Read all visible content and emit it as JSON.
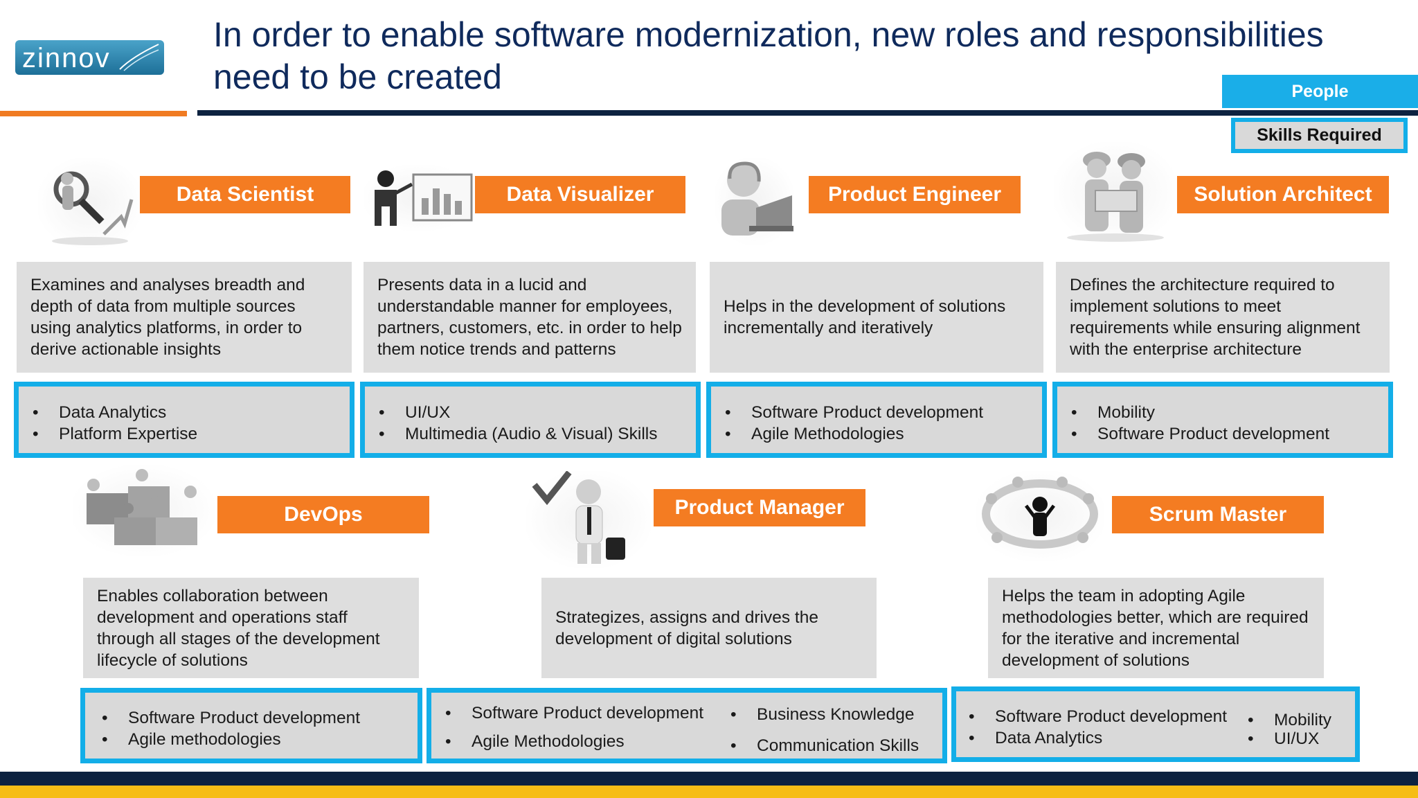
{
  "header": {
    "logo_text": "zinnov",
    "title": "In order to enable software modernization, new roles and responsibilities need to be created",
    "people_label": "People",
    "skills_label": "Skills Required"
  },
  "roles": [
    {
      "name": "Data Scientist",
      "icon": "data-scientist-icon",
      "desc": "Examines and analyses breadth and depth of data from multiple sources using analytics platforms, in order to derive actionable insights",
      "skills": [
        "Data Analytics",
        "Platform Expertise"
      ]
    },
    {
      "name": "Data Visualizer",
      "icon": "data-visualizer-icon",
      "desc": "Presents data in a lucid and understandable manner for employees, partners, customers, etc. in order to help them notice trends and patterns",
      "skills": [
        "UI/UX",
        "Multimedia (Audio & Visual) Skills"
      ]
    },
    {
      "name": "Product Engineer",
      "icon": "product-engineer-icon",
      "desc": "Helps in the development of solutions incrementally and iteratively",
      "skills": [
        "Software Product development",
        "Agile Methodologies"
      ]
    },
    {
      "name": "Solution Architect",
      "icon": "solution-architect-icon",
      "desc": "Defines the architecture required to implement solutions to meet requirements while ensuring alignment with the enterprise architecture",
      "skills": [
        "Mobility",
        "Software Product development"
      ]
    },
    {
      "name": "DevOps",
      "icon": "devops-puzzle-icon",
      "desc": "Enables collaboration between development and operations staff through all stages of the development lifecycle of solutions",
      "skills": [
        "Software Product development",
        "Agile methodologies"
      ]
    },
    {
      "name": "Product Manager",
      "icon": "product-manager-icon",
      "desc": "Strategizes, assigns and drives the development of digital solutions",
      "skills": [
        "Software Product development",
        "Agile Methodologies",
        "Business Knowledge",
        "Communication Skills"
      ]
    },
    {
      "name": "Scrum Master",
      "icon": "scrum-master-icon",
      "desc": "Helps the team in adopting Agile methodologies better, which are required for the iterative and incremental development of solutions",
      "skills": [
        "Software Product development",
        "Data Analytics",
        "Mobility",
        "UI/UX"
      ]
    }
  ],
  "colors": {
    "orange": "#f47c22",
    "blue": "#13aee8",
    "navy": "#0d2240",
    "gold": "#f6bd16",
    "title": "#0f2a5c"
  }
}
